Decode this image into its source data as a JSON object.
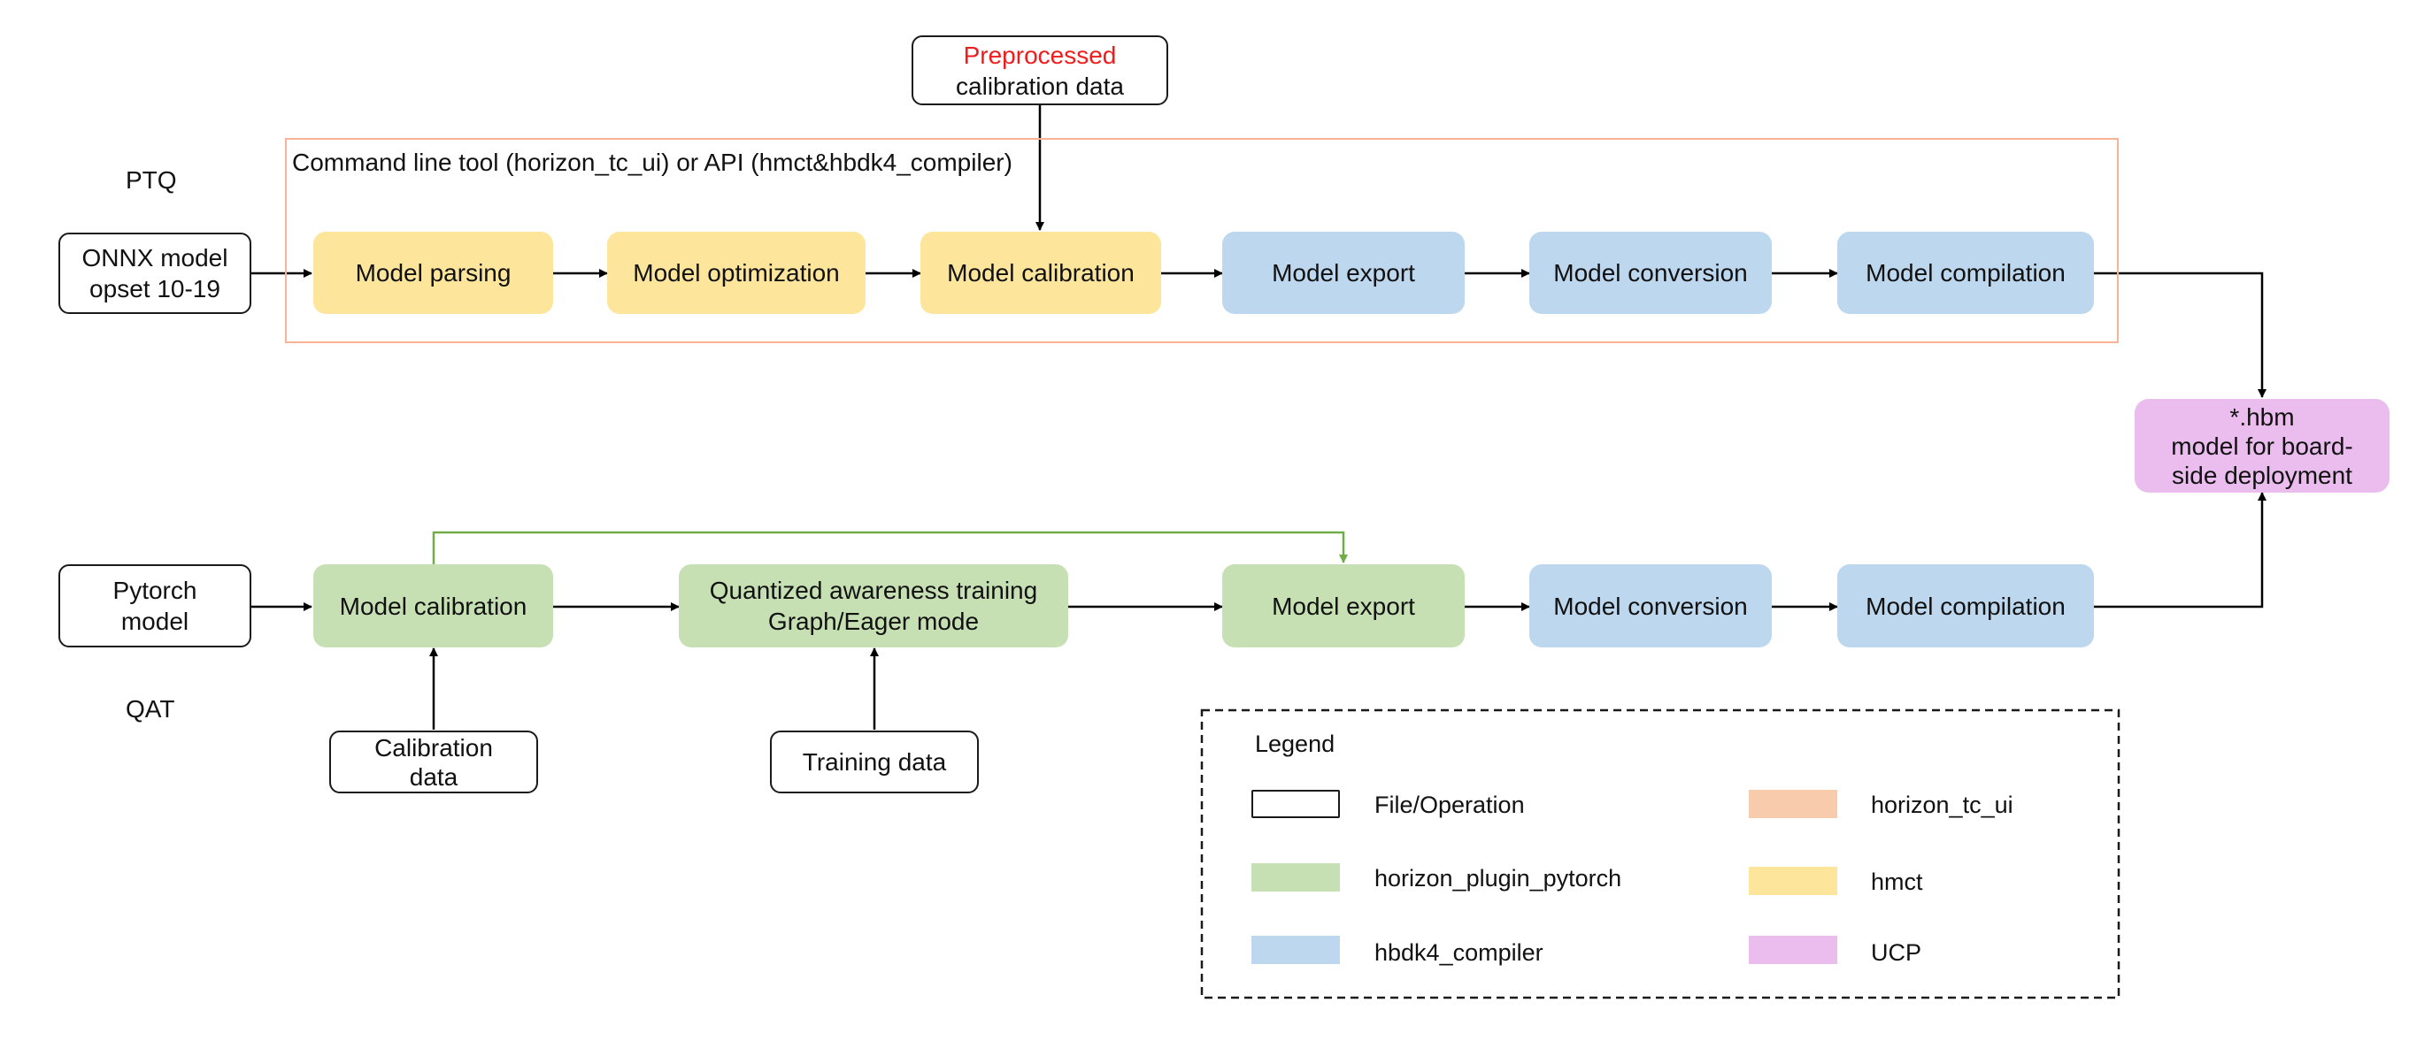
{
  "labels": {
    "ptq": "PTQ",
    "qat": "QAT",
    "frame_title": "Command line tool (horizon_tc_ui) or API (hmct&hbdk4_compiler)"
  },
  "ptq_flow": {
    "input_line1": "ONNX model",
    "input_line2": "opset 10-19",
    "calib_line1": "Preprocessed",
    "calib_line2": "calibration data",
    "steps": [
      "Model parsing",
      "Model optimization",
      "Model calibration",
      "Model export",
      "Model conversion",
      "Model compilation"
    ]
  },
  "qat_flow": {
    "input_line1": "Pytorch",
    "input_line2": "model",
    "calib_line1": "Calibration",
    "calib_line2": "data",
    "training_data": "Training data",
    "step_calibration": "Model calibration",
    "step_training_line1": "Quantized awareness training",
    "step_training_line2": "Graph/Eager mode",
    "step_export": "Model export",
    "step_conversion": "Model conversion",
    "step_compilation": "Model compilation"
  },
  "output": {
    "line1": "*.hbm",
    "line2": "model for board-",
    "line3": "side deployment"
  },
  "legend": {
    "title": "Legend",
    "items": [
      {
        "label": "File/Operation",
        "color": "#ffffff"
      },
      {
        "label": "horizon_plugin_pytorch",
        "color": "#c6e0b4"
      },
      {
        "label": "hbdk4_compiler",
        "color": "#bdd7ee"
      },
      {
        "label": "horizon_tc_ui",
        "color": "#f8cbad"
      },
      {
        "label": "hmct",
        "color": "#fde59c"
      },
      {
        "label": "UCP",
        "color": "#ebbdee"
      }
    ]
  },
  "colors": {
    "frame_border": "#f8b494",
    "green_link": "#70ad47",
    "arrow": "#000000"
  }
}
